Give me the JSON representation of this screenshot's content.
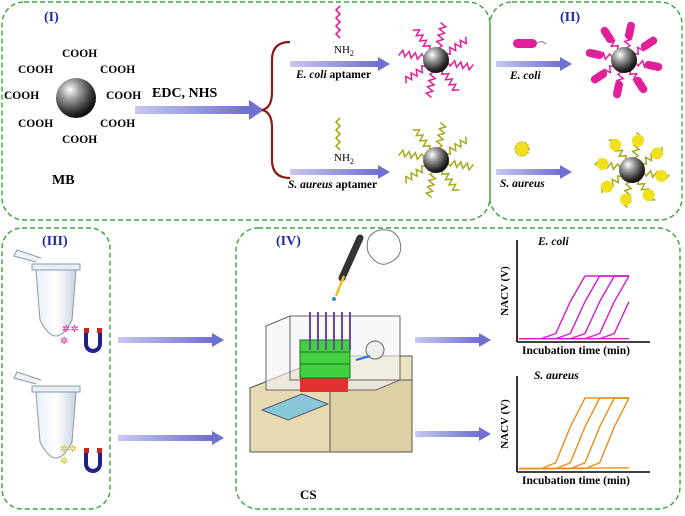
{
  "panels": {
    "p1": "(I)",
    "p2": "(II)",
    "p3": "(III)",
    "p4": "(IV)"
  },
  "mb": {
    "group": "COOH",
    "label": "MB"
  },
  "reaction": {
    "reagents": "EDC, NHS"
  },
  "aptamers": {
    "amine": "NH",
    "amine_sub": "2",
    "ecoli_species": "E. coli",
    "saureus_species": "S. aureus",
    "suffix": " aptamer"
  },
  "bacteria": {
    "ecoli": "E. coli",
    "saureus": "S. aureus"
  },
  "device": {
    "label": "CS"
  },
  "charts": {
    "ylabel": "NACV (V)",
    "xlabel": "Incubation time (min)",
    "top_title": "E. coli",
    "bottom_title": "S. aureus"
  },
  "colors": {
    "panel_border": "#3aa53a",
    "ecoli_aptamer": "#e0209a",
    "saureus_aptamer": "#a8a81a",
    "saureus_cell": "#f0e020",
    "arrow": "#8c8cd8",
    "ecoli_curve": "#d020d0",
    "saureus_curve": "#e89020",
    "panel_label": "#1f2f9f"
  },
  "chart_data": [
    {
      "type": "line",
      "title": "E. coli",
      "xlabel": "Incubation time (min)",
      "ylabel": "NACV (V)",
      "series": [
        {
          "x": [
            0,
            6,
            10,
            14,
            18,
            22,
            30
          ],
          "y": [
            0.02,
            0.02,
            0.1,
            0.6,
            1.0,
            1.0,
            1.0
          ]
        },
        {
          "x": [
            0,
            10,
            14,
            18,
            22,
            26,
            30
          ],
          "y": [
            0.02,
            0.02,
            0.1,
            0.6,
            1.0,
            1.0,
            1.0
          ]
        },
        {
          "x": [
            0,
            14,
            18,
            22,
            26,
            30
          ],
          "y": [
            0.02,
            0.02,
            0.1,
            0.6,
            1.0,
            1.0
          ]
        },
        {
          "x": [
            0,
            18,
            22,
            26,
            30
          ],
          "y": [
            0.02,
            0.02,
            0.1,
            0.6,
            1.0
          ]
        },
        {
          "x": [
            0,
            22,
            26,
            30
          ],
          "y": [
            0.02,
            0.02,
            0.1,
            0.6
          ]
        },
        {
          "x": [
            0,
            30
          ],
          "y": [
            0.02,
            0.02
          ]
        }
      ]
    },
    {
      "type": "line",
      "title": "S. aureus",
      "xlabel": "Incubation time (min)",
      "ylabel": "NACV (V)",
      "series": [
        {
          "x": [
            0,
            6,
            10,
            14,
            18,
            22,
            30
          ],
          "y": [
            0.02,
            0.02,
            0.1,
            0.6,
            1.0,
            1.0,
            1.0
          ]
        },
        {
          "x": [
            0,
            10,
            14,
            18,
            22,
            26,
            30
          ],
          "y": [
            0.02,
            0.02,
            0.1,
            0.6,
            1.0,
            1.0,
            1.0
          ]
        },
        {
          "x": [
            0,
            14,
            18,
            22,
            26,
            30
          ],
          "y": [
            0.02,
            0.02,
            0.1,
            0.6,
            1.0,
            1.0
          ]
        },
        {
          "x": [
            0,
            18,
            22,
            26,
            30
          ],
          "y": [
            0.02,
            0.02,
            0.1,
            0.6,
            1.0
          ]
        },
        {
          "x": [
            0,
            30
          ],
          "y": [
            0.02,
            0.03
          ]
        }
      ]
    }
  ]
}
